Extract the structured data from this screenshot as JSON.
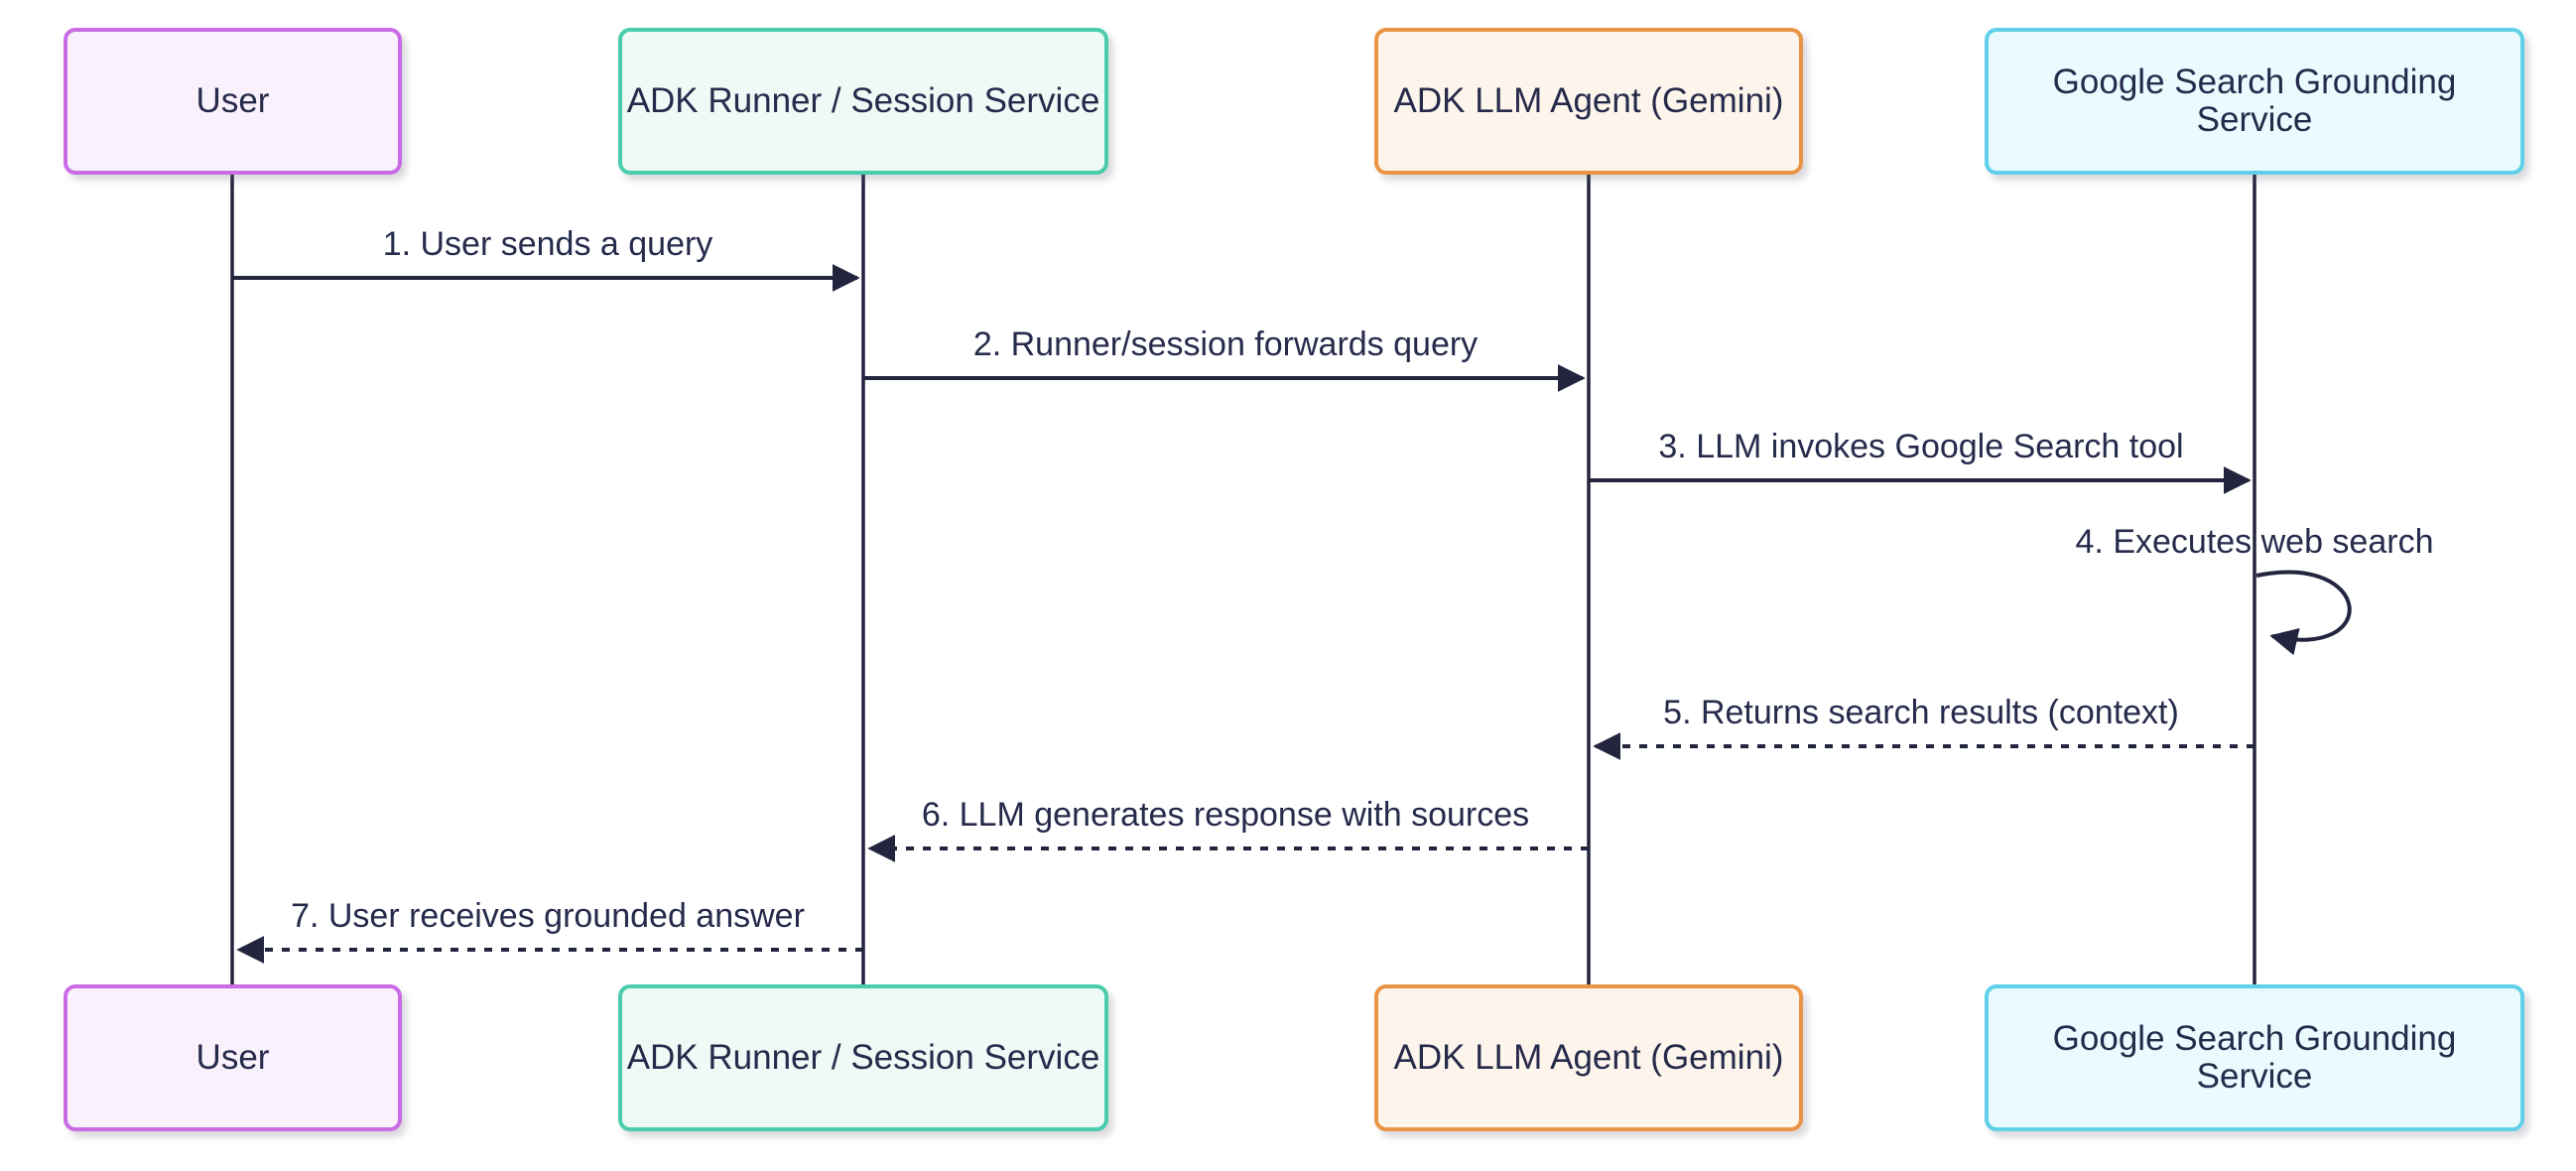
{
  "diagram": {
    "type": "sequence-diagram",
    "background_color": "#ffffff",
    "line_color": "#23253f",
    "text_color": "#262a4b"
  },
  "actors": [
    {
      "id": "user",
      "label": "User",
      "fill": "#f9f1fb",
      "stroke": "#c96ce6"
    },
    {
      "id": "runner",
      "label": "ADK Runner / Session Service",
      "fill": "#edfaf5",
      "stroke": "#4accad"
    },
    {
      "id": "llm",
      "label": "ADK LLM Agent (Gemini)",
      "fill": "#fdf5eb",
      "stroke": "#ea9446"
    },
    {
      "id": "google",
      "label": "Google Search Grounding Service",
      "fill": "#e9fbfe",
      "stroke": "#5fd0e8"
    }
  ],
  "messages": [
    {
      "seq": 1,
      "label": "1. User sends a query",
      "from": "user",
      "to": "runner",
      "style": "solid"
    },
    {
      "seq": 2,
      "label": "2. Runner/session forwards query",
      "from": "runner",
      "to": "llm",
      "style": "solid"
    },
    {
      "seq": 3,
      "label": "3. LLM invokes Google Search tool",
      "from": "llm",
      "to": "google",
      "style": "solid"
    },
    {
      "seq": 4,
      "label": "4. Executes web search",
      "from": "google",
      "to": "google",
      "style": "self-loop"
    },
    {
      "seq": 5,
      "label": "5. Returns search results (context)",
      "from": "google",
      "to": "llm",
      "style": "dashed"
    },
    {
      "seq": 6,
      "label": "6. LLM generates response with sources",
      "from": "llm",
      "to": "runner",
      "style": "dashed"
    },
    {
      "seq": 7,
      "label": "7. User receives grounded answer",
      "from": "runner",
      "to": "user",
      "style": "dashed"
    }
  ]
}
